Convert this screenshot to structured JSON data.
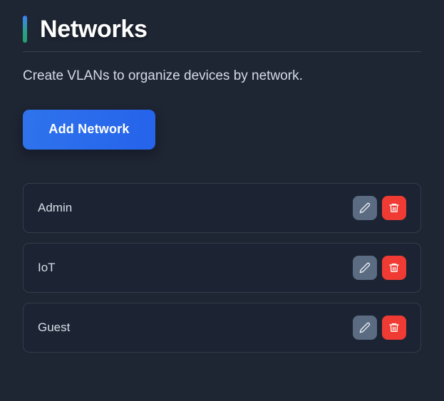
{
  "header": {
    "title": "Networks",
    "accent_gradient_from": "#3b82f6",
    "accent_gradient_to": "#22a06b"
  },
  "subtitle": "Create VLANs to organize devices by network.",
  "actions": {
    "add_network_label": "Add Network",
    "add_network_color": "#2563eb"
  },
  "row_actions": {
    "edit_icon": "pencil-icon",
    "delete_icon": "trash-icon",
    "edit_color": "#5b6b82",
    "delete_color": "#ef3b33"
  },
  "networks": [
    {
      "name": "Admin"
    },
    {
      "name": "IoT"
    },
    {
      "name": "Guest"
    }
  ],
  "theme": {
    "background": "#1e2533",
    "card_background": "#1c2433",
    "card_border": "#333c4b",
    "divider": "#39424f",
    "title_color": "#ffffff",
    "text_color": "#d5dbe6"
  }
}
